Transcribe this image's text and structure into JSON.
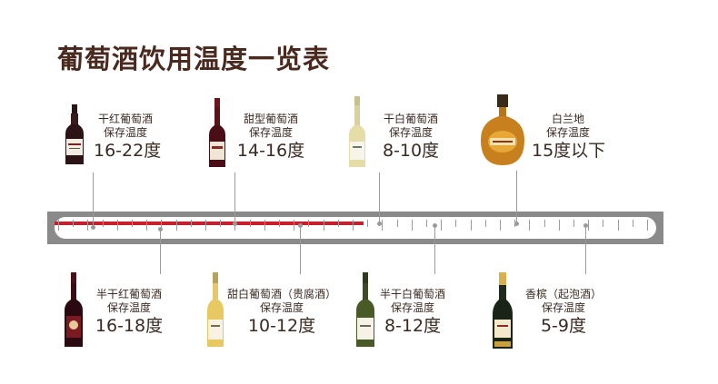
{
  "page": {
    "title": "葡萄酒饮用温度一览表"
  },
  "common": {
    "storage_label": "保存温度"
  },
  "top_wines": [
    {
      "name": "干红葡萄酒",
      "temp": "16-22度",
      "bottle_icon": "red-wine-bottle"
    },
    {
      "name": "甜型葡萄酒",
      "temp": "14-16度",
      "bottle_icon": "sweet-wine-bottle"
    },
    {
      "name": "干白葡萄酒",
      "temp": "8-10度",
      "bottle_icon": "white-wine-bottle"
    },
    {
      "name": "白兰地",
      "temp": "15度以下",
      "bottle_icon": "brandy-bottle"
    }
  ],
  "bottom_wines": [
    {
      "name": "半干红葡萄酒",
      "temp": "16-18度",
      "bottle_icon": "red-wine-bottle"
    },
    {
      "name": "甜白葡萄酒（贵腐酒）",
      "temp": "10-12度",
      "bottle_icon": "sweet-white-bottle"
    },
    {
      "name": "半干白葡萄酒",
      "temp": "8-12度",
      "bottle_icon": "white-wine-bottle"
    },
    {
      "name": "香槟（起泡酒）",
      "temp": "5-9度",
      "bottle_icon": "champagne-bottle"
    }
  ],
  "colors": {
    "title": "#4a2a1e",
    "mercury": "#c8202a",
    "scale": "#8a8a8a"
  }
}
